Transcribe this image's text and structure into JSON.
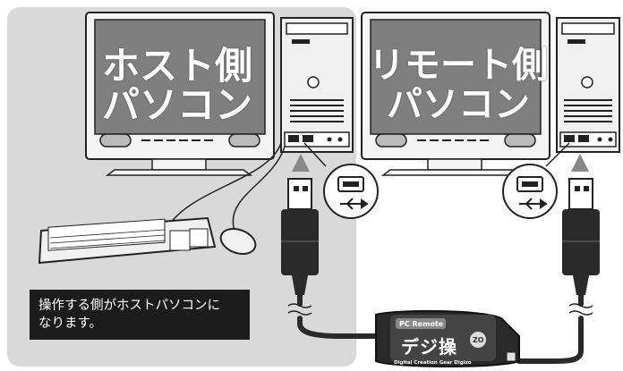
{
  "host": {
    "label_line1": "ホスト側",
    "label_line2": "パソコン"
  },
  "remote": {
    "label_line1": "リモート側",
    "label_line2": "パソコン"
  },
  "note": {
    "text_line1": "操作する側がホストパソコンに",
    "text_line2": "なります。"
  },
  "device": {
    "badge": "PC Remote",
    "logo": "デジ操",
    "logo_suffix": "ZO",
    "tagline": "Digital Creation Gear Digizo"
  },
  "colors": {
    "panel_bg": "#d9d9d9",
    "screen": "#7f7f7f",
    "cable": "#2a2a2a",
    "note_bg": "#1c1c1c"
  },
  "icons": [
    "usb-icon",
    "usb-port-icon",
    "up-arrow-icon"
  ]
}
